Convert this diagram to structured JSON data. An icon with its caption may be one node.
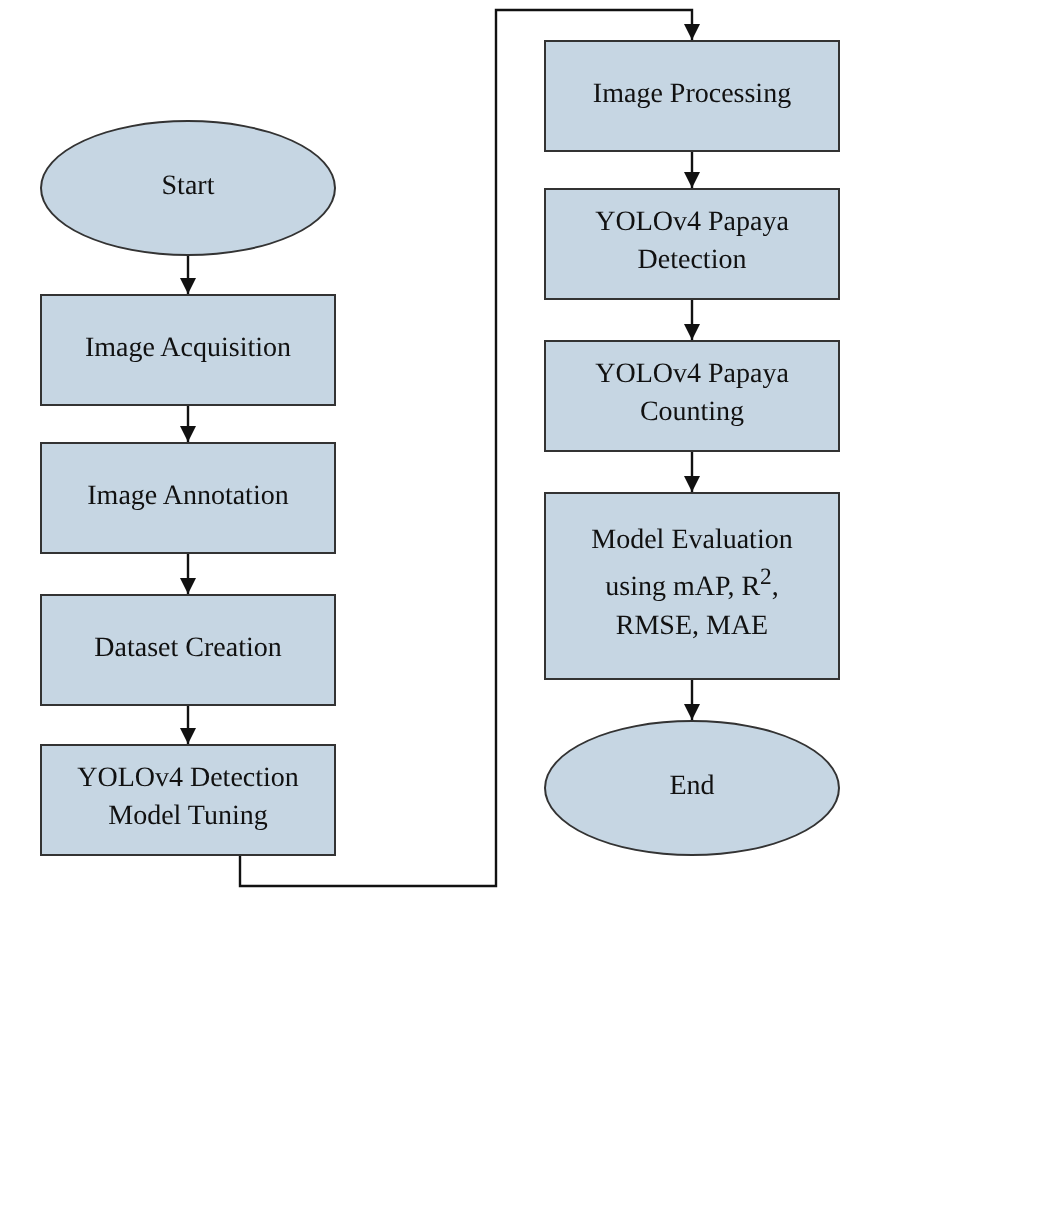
{
  "diagram": {
    "nodes": [
      {
        "text": [
          "Start"
        ]
      },
      {
        "text": [
          "Image Acquisition"
        ]
      },
      {
        "text": [
          "Image Annotation"
        ]
      },
      {
        "text": [
          "Dataset Creation"
        ]
      },
      {
        "text": [
          "YOLOv4 Detection Model Tuning"
        ]
      },
      {
        "text": [
          "Image Processing"
        ]
      },
      {
        "text": [
          "YOLOv4 Papaya Detection"
        ]
      },
      {
        "text": [
          "YOLOv4 Papaya Counting"
        ]
      },
      {
        "text": [
          "Model Evaluation using mAP, R$^{2}$, RMSE, MAE"
        ]
      },
      {
        "text": [
          "End"
        ]
      }
    ],
    "edges": [
      {
        "from": 0,
        "to": 1,
        "arrow": "to"
      },
      {
        "from": 1,
        "to": 2,
        "arrow": "to"
      },
      {
        "from": 2,
        "to": 3,
        "arrow": "to"
      },
      {
        "from": 3,
        "to": 4,
        "arrow": "to"
      },
      {
        "from": 4,
        "to": 5,
        "arrow": "to"
      },
      {
        "from": 5,
        "to": 6,
        "arrow": "to"
      },
      {
        "from": 6,
        "to": 7,
        "arrow": "to"
      },
      {
        "from": 7,
        "to": 8,
        "arrow": "to"
      },
      {
        "from": 8,
        "to": 9,
        "arrow": "to"
      }
    ]
  }
}
